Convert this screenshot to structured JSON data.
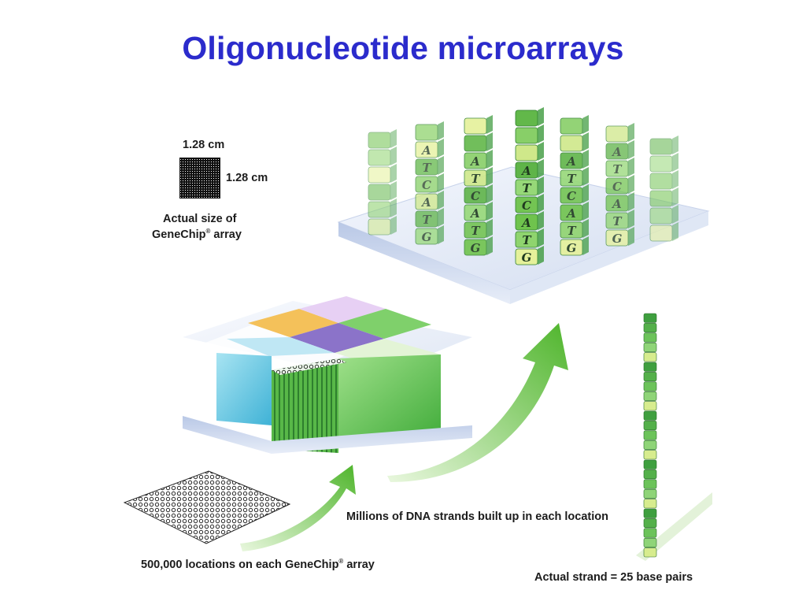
{
  "slide": {
    "title": "Oligonucleotide microarrays"
  },
  "labels": {
    "chip_width": "1.28 cm",
    "chip_height": "1.28 cm",
    "actual_size_line1": "Actual size of",
    "actual_size_line2_pre": "GeneChip",
    "actual_size_line2_post": " array",
    "millions": "Millions of DNA strands built up in each location",
    "locations_pre": "500,000 locations on each GeneChip",
    "locations_post": " array",
    "strand": "Actual strand = 25 base pairs",
    "registered_mark": "®"
  },
  "strand_sequence": [
    "A",
    "T",
    "C",
    "A",
    "T",
    "G"
  ],
  "colors": {
    "title": "#2b2bcc",
    "arrow_green": "#5cc23a",
    "strand_green": "#3f9f3f",
    "strand_light": "#d7ec8e",
    "slab_top": "#e8eef8",
    "slab_side": "#c9d6ec"
  }
}
